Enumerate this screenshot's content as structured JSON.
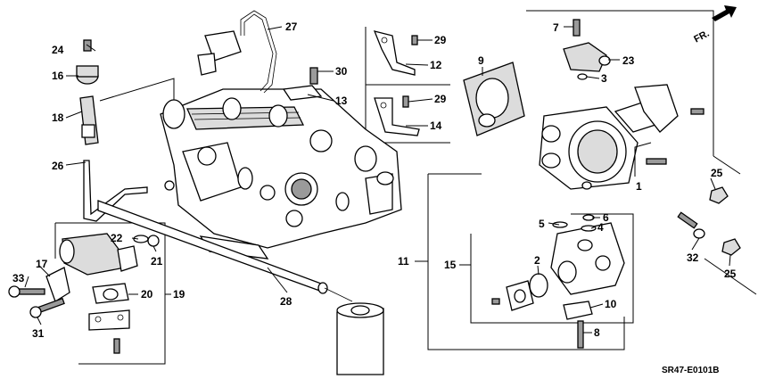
{
  "diagram": {
    "code": "SR47-E0101B",
    "direction_label": "FR.",
    "callouts": {
      "c1": "1",
      "c2": "2",
      "c3": "3",
      "c4": "4",
      "c5": "5",
      "c6": "6",
      "c7": "7",
      "c8": "8",
      "c9": "9",
      "c10": "10",
      "c11": "11",
      "c12": "12",
      "c13": "13",
      "c14": "14",
      "c15": "15",
      "c16": "16",
      "c17": "17",
      "c18": "18",
      "c19": "19",
      "c20": "20",
      "c21": "21",
      "c22": "22",
      "c23": "23",
      "c24": "24",
      "c25a": "25",
      "c25b": "25",
      "c26": "26",
      "c27": "27",
      "c28": "28",
      "c29a": "29",
      "c29b": "29",
      "c30": "30",
      "c31": "31",
      "c32": "32",
      "c33": "33"
    }
  }
}
